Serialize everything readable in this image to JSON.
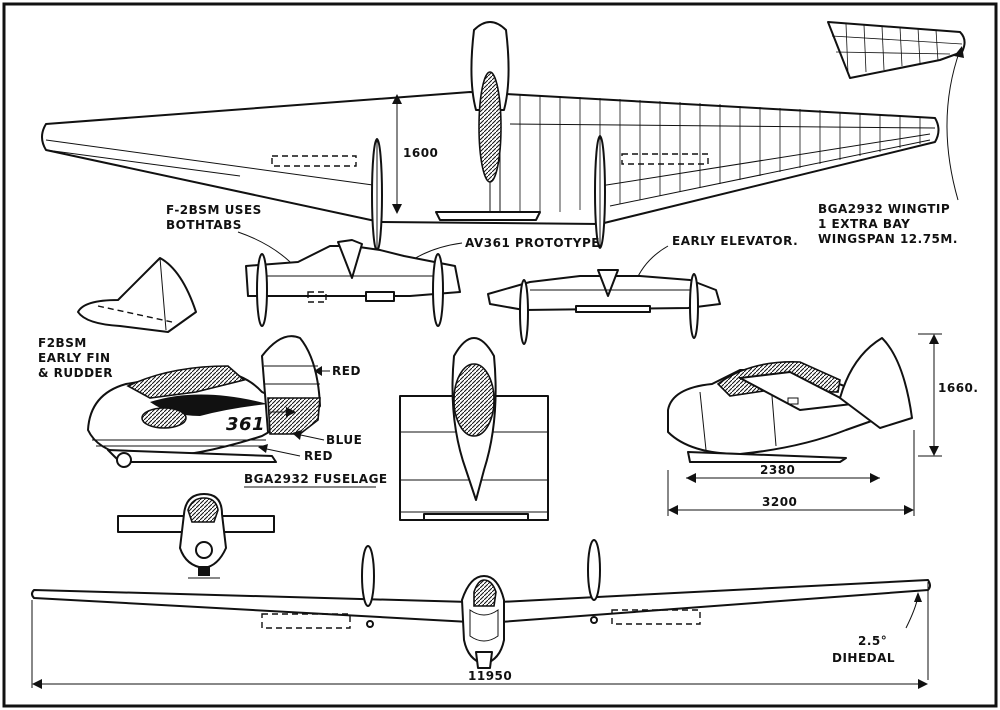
{
  "labels": {
    "wing_chord": "1600",
    "f2bsm_tabs": [
      "F-2BSM USES",
      "BOTHTABS"
    ],
    "av361": "AV361 PROTOTYPE",
    "early_elevator": "EARLY ELEVATOR.",
    "wingtip": [
      "BGA2932 WINGTIP",
      "1 EXTRA BAY",
      "WINGSPAN 12.75M."
    ],
    "early_fin": [
      "F2BSM",
      "EARLY FIN",
      "& RUDDER"
    ],
    "red_top": "RED",
    "blue": "BLUE",
    "red_bottom": "RED",
    "fuselage_code": "361",
    "bga_fuselage": "BGA2932 FUSELAGE",
    "height": "1660.",
    "len_short": "2380",
    "len_long": "3200",
    "dihedral_angle": "2.5°",
    "dihedral": "DIHEDAL",
    "span": "11950"
  },
  "colors": {
    "ink": "#111111",
    "paper": "#ffffff"
  }
}
